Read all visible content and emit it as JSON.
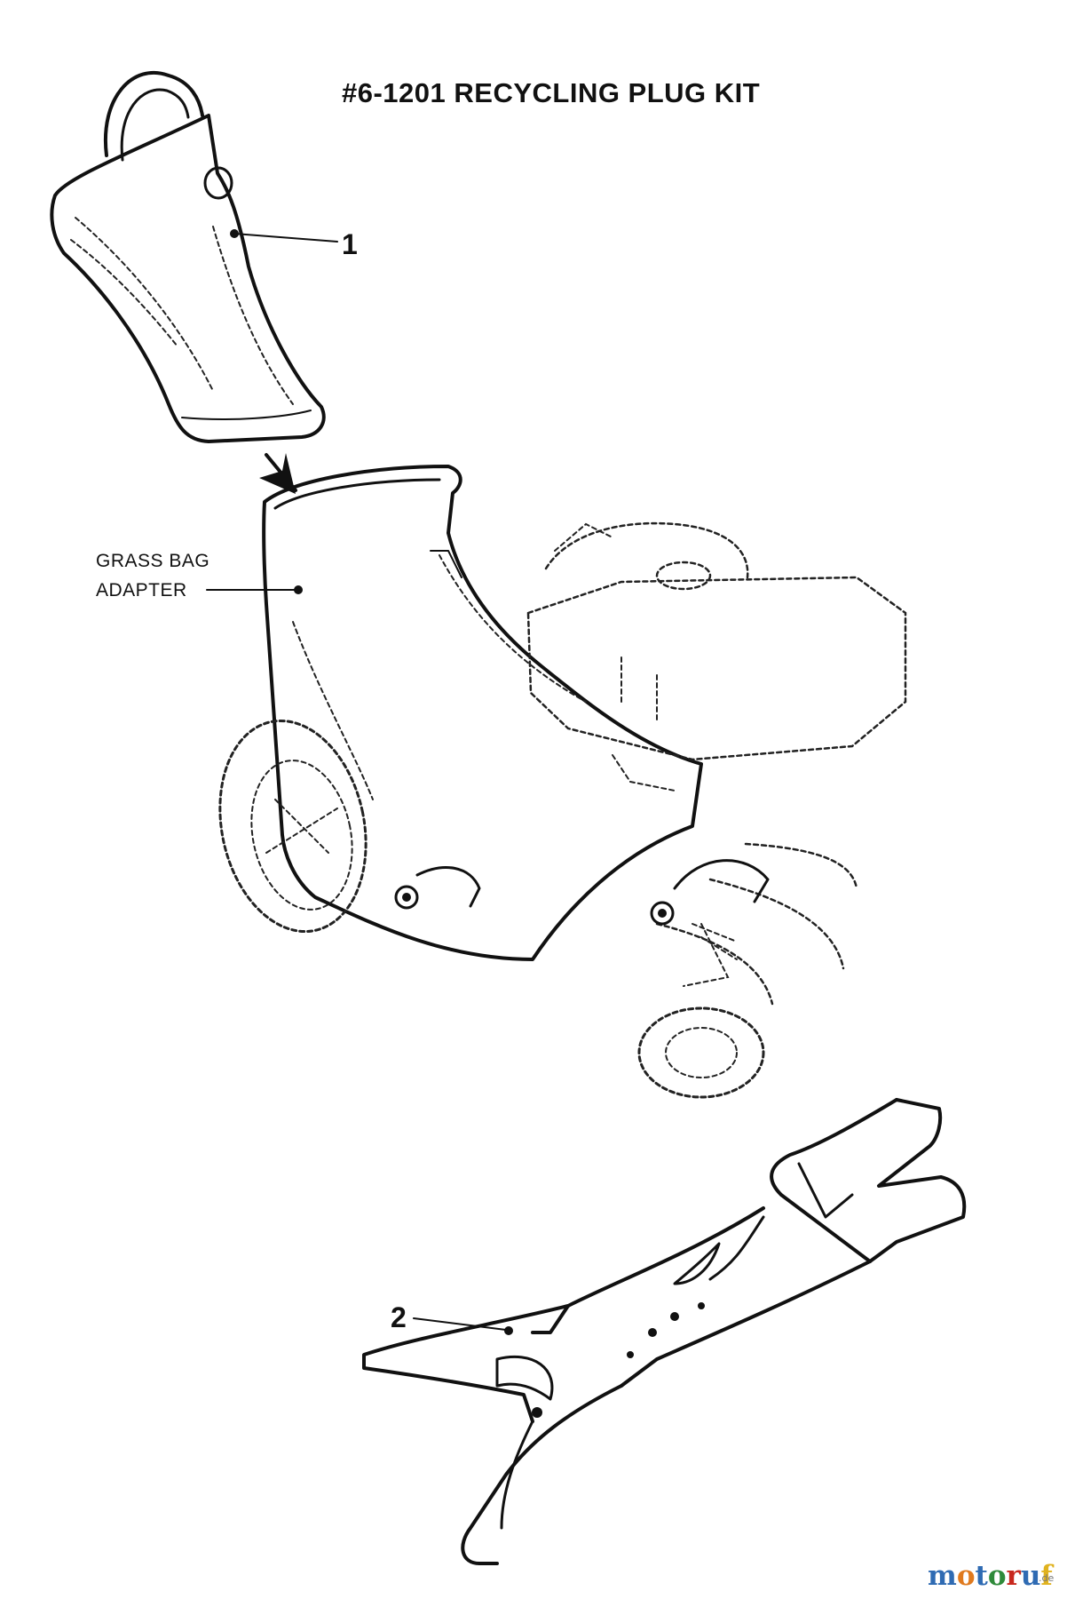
{
  "title": "#6-1201 RECYCLING PLUG KIT",
  "callouts": {
    "part1": "1",
    "part2": "2",
    "adapter_line1": "GRASS BAG",
    "adapter_line2": "ADAPTER"
  },
  "watermark": {
    "letters": [
      "m",
      "o",
      "t",
      "o",
      "r",
      "u",
      "f"
    ],
    "letter_colors": [
      "#2f6bb3",
      "#e07a1f",
      "#2f6bb3",
      "#2f8a3a",
      "#c8281e",
      "#2f6bb3",
      "#e0b21f"
    ],
    "suffix": ".de"
  },
  "parts": [
    {
      "number": "1",
      "name": "recycling-plug"
    },
    {
      "number": "2",
      "name": "mower-blade"
    }
  ]
}
